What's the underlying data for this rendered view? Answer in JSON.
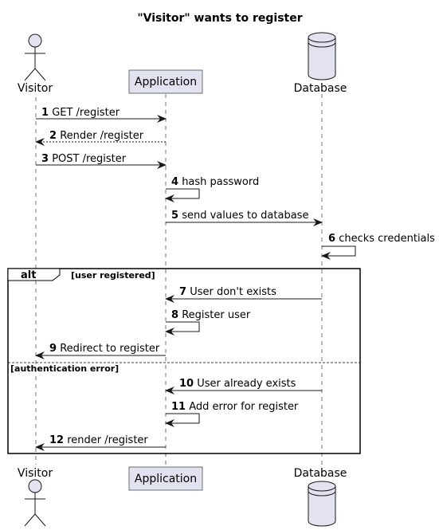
{
  "diagram": {
    "title": "\"Visitor\" wants to register",
    "participants": [
      {
        "id": "visitor",
        "label": "Visitor",
        "kind": "actor"
      },
      {
        "id": "application",
        "label": "Application",
        "kind": "participant"
      },
      {
        "id": "database",
        "label": "Database",
        "kind": "database"
      }
    ],
    "messages": [
      {
        "num": "1",
        "text": "GET /register",
        "from": "visitor",
        "to": "application",
        "style": "solid"
      },
      {
        "num": "2",
        "text": "Render /register",
        "from": "application",
        "to": "visitor",
        "style": "dashed"
      },
      {
        "num": "3",
        "text": "POST /register",
        "from": "visitor",
        "to": "application",
        "style": "solid"
      },
      {
        "num": "4",
        "text": "hash password",
        "from": "application",
        "to": "application",
        "style": "self"
      },
      {
        "num": "5",
        "text": "send values to database",
        "from": "application",
        "to": "database",
        "style": "solid"
      },
      {
        "num": "6",
        "text": "checks credentials",
        "from": "database",
        "to": "database",
        "style": "self"
      },
      {
        "num": "7",
        "text": "User don't exists",
        "from": "database",
        "to": "application",
        "style": "solid"
      },
      {
        "num": "8",
        "text": "Register user",
        "from": "application",
        "to": "application",
        "style": "self"
      },
      {
        "num": "9",
        "text": "Redirect to register",
        "from": "application",
        "to": "visitor",
        "style": "solid"
      },
      {
        "num": "10",
        "text": "User already exists",
        "from": "database",
        "to": "application",
        "style": "solid"
      },
      {
        "num": "11",
        "text": "Add error for register",
        "from": "application",
        "to": "application",
        "style": "self"
      },
      {
        "num": "12",
        "text": "render /register",
        "from": "application",
        "to": "visitor",
        "style": "solid"
      }
    ],
    "fragment": {
      "keyword": "alt",
      "conditions": [
        "[user registered]",
        "[authentication error]"
      ]
    },
    "colors": {
      "participant_fill": "#E2E2F0",
      "participant_border": "#181818",
      "line": "#181818"
    }
  }
}
